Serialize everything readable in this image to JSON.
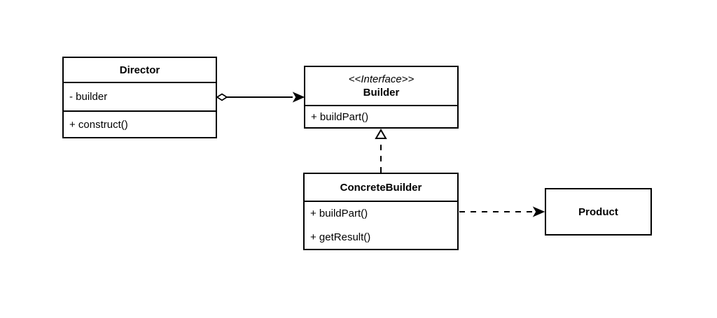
{
  "diagram": {
    "kind": "uml-class-diagram",
    "pattern_name": "Builder",
    "colors": {
      "background": "#ffffff",
      "box_fill": "#ffffff",
      "stroke": "#000000",
      "text": "#000000"
    },
    "classes": {
      "director": {
        "name": "Director",
        "attributes": [
          "- builder"
        ],
        "methods": [
          "+ construct()"
        ]
      },
      "builder": {
        "stereotype": "<<Interface>>",
        "name": "Builder",
        "attributes": [],
        "methods": [
          "+ buildPart()"
        ]
      },
      "concrete_builder": {
        "name": "ConcreteBuilder",
        "attributes": [],
        "methods": [
          "+ buildPart()",
          "+ getResult()"
        ]
      },
      "product": {
        "name": "Product",
        "attributes": [],
        "methods": []
      }
    },
    "relationships": [
      {
        "from": "Director",
        "to": "Builder",
        "type": "aggregation",
        "line": "solid",
        "source_marker": "hollow-diamond",
        "target_marker": "filled-arrow"
      },
      {
        "from": "ConcreteBuilder",
        "to": "Builder",
        "type": "realization",
        "line": "dashed",
        "source_marker": "none",
        "target_marker": "hollow-triangle"
      },
      {
        "from": "ConcreteBuilder",
        "to": "Product",
        "type": "dependency",
        "line": "dashed",
        "source_marker": "none",
        "target_marker": "filled-arrow"
      }
    ]
  }
}
